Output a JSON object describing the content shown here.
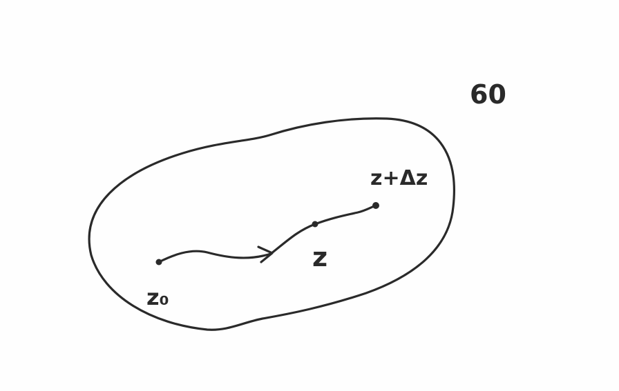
{
  "diagram": {
    "labels": {
      "start_point": "z₀",
      "middle_point": "z",
      "end_point": "z+Δz",
      "corner_mark": "60"
    },
    "colors": {
      "ink": "#2a2a2a",
      "paper": "#fefefe"
    }
  }
}
